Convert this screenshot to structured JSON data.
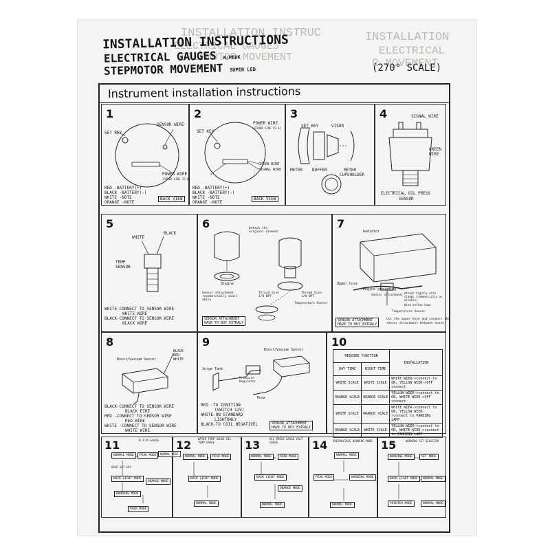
{
  "header": {
    "line1": "INSTALLATION INSTRUCTIONS",
    "line2": "ELECTRICAL GAUGES",
    "line2_suffix": "W/PEAK",
    "line3": "STEPMOTOR MOVEMENT",
    "line3_suffix": "SUPER LED",
    "scale": "(270° SCALE)"
  },
  "ghost": {
    "line1": "INSTALLATION INSTRUC",
    "line2": "ELECTRICAL GAUGES",
    "line3": "STEPMOTOR MOVEMENT",
    "right1": "INSTALLATION",
    "right2": "ELECTRICAL",
    "right3": "R MOVEMENT"
  },
  "section_title": "Instrument installation instructions",
  "steps": {
    "s1": {
      "num": "1",
      "set_key": "SET KEY",
      "sensor_wire": "SENSOR WIRE",
      "power_wire": "POWER WIRE",
      "power_wire_sub": "(OTHER SIDE IS 8)",
      "red": "RED    -BATTERY(+)",
      "black": "BLACK  -BATTERY(-)",
      "white": "WHITE  -NOTE",
      "orange": "ORANGE -NOTE",
      "back_view": "BACK VIEW"
    },
    "s2": {
      "num": "2",
      "set_key": "SET KEY",
      "power_wire": "POWER WIRE",
      "power_wire_sub": "(OTHER SIDE IS 8)",
      "green_wire": "GREEN WIRE",
      "signal_wire": "SIGNAL WIRE",
      "red": "RED    -BATTERY(+)",
      "black": "BLACK  -BATTERY(-)",
      "white": "WHITE  -NOTE",
      "orange": "ORANGE -NOTE",
      "back_view": "BACK VIEW"
    },
    "s3": {
      "num": "3",
      "set_key": "SET KEY",
      "visor": "VISOR",
      "meter": "METER",
      "buffer": "BUFFER",
      "meter2": "METER",
      "cupholder": "CUPSHOLDER"
    },
    "s4": {
      "num": "4",
      "signal_wire": "SIGNAL WIRE",
      "green_wire": "GREEN WIRE",
      "caption1": "ELECTRICAL OIL PRESS",
      "caption2": "SENSOR"
    },
    "s5": {
      "num": "5",
      "white": "WHITE",
      "black": "BLACK",
      "temp_sensor": "TEMP SENSOR",
      "l1": "WHITE-CONNECT TO SENSOR WIRE",
      "l2": "WHITE WIRE",
      "l3": "BLACK-CONNECT TO SENSOR WIRE",
      "l4": "BLACK WIRE"
    },
    "s6": {
      "num": "6",
      "detach": "Detach the original element",
      "engine": "Engine",
      "sensor_att": "Sensor attachment (commercially avail able)",
      "thread1": "Thread Size 1/8 NPT",
      "thread2": "Thread Size 1/8 NPT",
      "temp_sensor": "Temperature Sensor",
      "buy": "SENSOR ATTACHMENT",
      "buy2": "HAVE TO BUY EXTRALY"
    },
    "s7": {
      "num": "7",
      "radiator": "Radiator",
      "upper_hose": "Upper hose",
      "engine_grounding": "Engine grounding",
      "sensor_att": "Sensor attachment",
      "attach": "Attach tightly with clamps (commercially av ailable)",
      "wind": "Wind teflon tape",
      "temp_sensor": "Temperature Sensor",
      "buy": "SENSOR ATTACHMENT",
      "buy2": "HAVE TO BUY EXTRALY",
      "cut1": "Cut the upper hose and connect the",
      "cut2": "sensor attachment between hoses"
    },
    "s8": {
      "num": "8",
      "boost": "Boost/Vacuum Sensor",
      "black": "BLACK",
      "red": "RED",
      "white": "WHITE",
      "l1": "BLACK-CONNECT TO SENSOR WIRE",
      "l2": "BLACK EIRE",
      "l3": "RED   -CONNECT TO SENSOR WIRE",
      "l4": "RED WIRE",
      "l5": "WHITE -CONNECT TO SENSOR WIRE",
      "l6": "WHITE WIRE"
    },
    "s9": {
      "num": "9",
      "boost": "Boost/Vacuum Sensor",
      "surge": "Surge Tank",
      "pressure": "Pressure Regulator",
      "hose": "Hose",
      "l1": "RED   -TO IGNITION",
      "l2": "(SWITCH 12V)",
      "l3": "WHITE-ON STANDARD",
      "l4": "LIGHTONLY",
      "l5": "BLACK-TO COIL NEGATIVEL",
      "buy": "SENSOR ATTACHMENT",
      "buy2": "HAVE TO BUY EXTRALY"
    },
    "s10": {
      "num": "10",
      "require": "REQUIRE FUNCTION",
      "day": "DAY TIME",
      "night": "NIGHT TIME",
      "install": "INSTALLATION",
      "rows": [
        {
          "day": "WHITE SCALE",
          "night": "WHITE SCALE",
          "desc": "WHITE WIER->connect to ON, YELLOW WIER->OFF connect"
        },
        {
          "day": "ORANGE SCALE",
          "night": "ORANGE SCALE",
          "desc": "YELLOW WIER->connect to ON, WHITE WIER->OFF connect"
        },
        {
          "day": "WHITE SCALE",
          "night": "ORANGE SCALE",
          "desc": "WHITE WIER->connect to ON, YELLOW WIER->connect to PARKING LAMP"
        },
        {
          "day": "ORANGE SCALE",
          "night": "WHITE SCALE",
          "desc": "YELLOW WIER->connect to ON, WHITE WIER->connect to PARKING LAMP"
        }
      ]
    },
    "s11": {
      "num": "11",
      "title": "R.P.M GAUGE"
    },
    "s12": {
      "num": "12",
      "title": "WATER TEMP GAUGE OIL TEMP GAUGE"
    },
    "s13": {
      "num": "13",
      "title": "OIL PRESS GAUGE VOLT GAUGE"
    },
    "s14": {
      "num": "14",
      "title": "OVERVOLTAGE WARNING MODE"
    },
    "s15": {
      "num": "15",
      "title": "WARNING SET SELECTOR"
    }
  },
  "flow": {
    "normal": "NORMAL MODE",
    "peak": "PEAK MODE",
    "hold": "HOLD SET KEY",
    "warn": "WARNING MODE",
    "set": "SET MODE",
    "back": "BACK LIGHT MODE",
    "orange": "ORANGE MODE",
    "over": "OVER MODE",
    "pointer": "POINTER MODE"
  }
}
